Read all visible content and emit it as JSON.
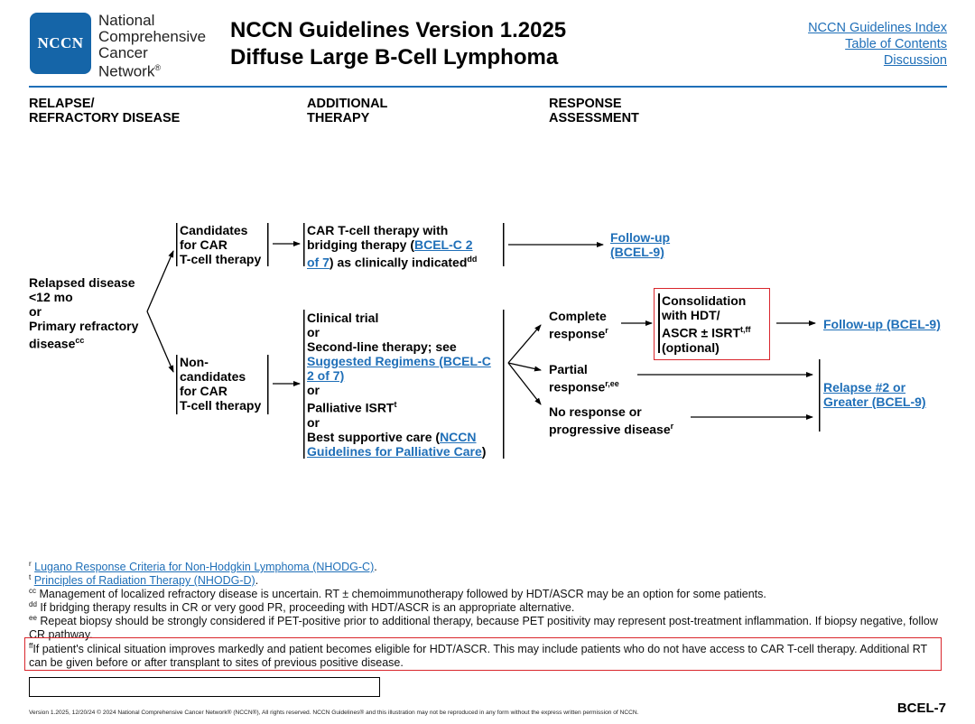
{
  "header": {
    "logo_text": "NCCN",
    "org_lines": [
      "National",
      "Comprehensive",
      "Cancer",
      "Network"
    ],
    "org_mark": "®",
    "title_line1": "NCCN Guidelines Version 1.2025",
    "title_line2": "Diffuse Large B-Cell Lymphoma",
    "links": [
      "NCCN Guidelines Index",
      "Table of Contents",
      "Discussion"
    ]
  },
  "columns": {
    "col1": [
      "RELAPSE/",
      "REFRACTORY DISEASE"
    ],
    "col2": [
      "ADDITIONAL",
      "THERAPY"
    ],
    "col3": [
      "RESPONSE",
      "ASSESSMENT"
    ]
  },
  "flow": {
    "relapsed": [
      "Relapsed disease",
      "<12 mo",
      "or",
      "Primary refractory",
      "disease"
    ],
    "relapsed_sup": "cc",
    "candidates": [
      "Candidates",
      "for CAR",
      "T-cell therapy"
    ],
    "noncandidates": [
      "Non-",
      "candidates",
      "for CAR",
      "T-cell therapy"
    ],
    "car_t": {
      "l1": "CAR T-cell therapy with",
      "l2a": "bridging therapy (",
      "link1": "BCEL-C 2",
      "link2": "of 7",
      "l3b": ") as clinically indicated",
      "sup": "dd"
    },
    "followup_top": [
      "Follow-up",
      "(BCEL-9)"
    ],
    "options": {
      "l1": "Clinical trial",
      "or": "or",
      "l3": "Second-line therapy; see",
      "link1": "Suggested Regimens (BCEL-C",
      "link2": "2 of 7)",
      "l6": "Palliative ISRT",
      "l6_sup": "t",
      "l8a": "Best supportive care (",
      "link3": "NCCN",
      "link4": "Guidelines for Palliative Care",
      "l9b": ")"
    },
    "complete": [
      "Complete",
      "response"
    ],
    "complete_sup": "r",
    "partial": [
      "Partial",
      "response"
    ],
    "partial_sup": "r,ee",
    "noresponse": [
      "No response or",
      "progressive disease"
    ],
    "noresponse_sup": "r",
    "consolidation": {
      "l1": "Consolidation",
      "l2": "with HDT/",
      "l3": "ASCR ± ISRT",
      "l3_sup": "t,ff",
      "l4": "(optional)"
    },
    "followup_right": "Follow-up (BCEL-9)",
    "relapse2": [
      "Relapse #2 or",
      "Greater (BCEL-9)"
    ]
  },
  "footnotes": [
    {
      "mark": "r",
      "link": "Lugano Response Criteria for Non-Hodgkin Lymphoma (NHODG-C)",
      "text": "."
    },
    {
      "mark": "t",
      "link": "Principles of Radiation Therapy (NHODG-D)",
      "text": "."
    },
    {
      "mark": "cc",
      "text": "Management of localized refractory disease is uncertain. RT ± chemoimmunotherapy followed by HDT/ASCR may be an option for some patients."
    },
    {
      "mark": "dd",
      "text": "If bridging therapy results in CR or very good PR, proceeding with HDT/ASCR is an appropriate alternative."
    },
    {
      "mark": "ee",
      "text": "Repeat biopsy should be strongly considered if PET-positive prior to additional therapy, because PET positivity may represent post-treatment inflammation. If biopsy negative, follow CR pathway."
    },
    {
      "mark": "ff",
      "text": "If patient's clinical situation improves markedly and patient becomes eligible for HDT/ASCR. This may include patients who do not have access to CAR T-cell therapy. Additional RT can be given before or after transplant to sites of previous positive disease."
    }
  ],
  "footer": {
    "legal": "Version 1.2025, 12/20/24 © 2024 National Comprehensive Cancer Network® (NCCN®), All rights reserved. NCCN Guidelines® and this illustration may not be reproduced in any form without the express written permission of NCCN.",
    "page_code": "BCEL-7"
  },
  "colors": {
    "accent": "#1565a8",
    "link": "#1f6fb8",
    "highlight": "#d9262c"
  }
}
